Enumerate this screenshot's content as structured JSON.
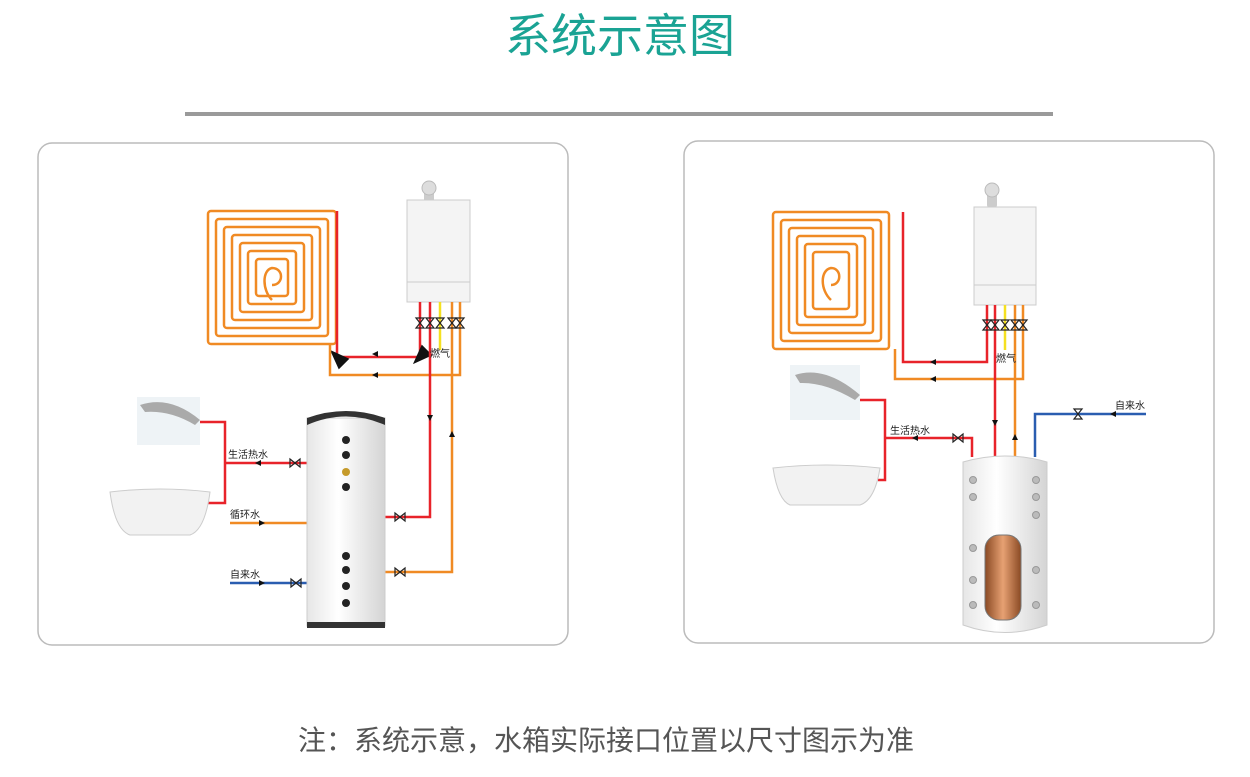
{
  "title": "系统示意图",
  "note": "注：系统示意，水箱实际接口位置以尺寸图示为准",
  "left_diagram": {
    "gas_label": "燃气",
    "hot_water_label": "生活热水",
    "circulation_label": "循环水",
    "tap_water_label": "自来水"
  },
  "right_diagram": {
    "gas_label": "燃气",
    "hot_water_label": "生活热水",
    "tap_water_label": "自来水"
  },
  "colors": {
    "title": "#1aa394",
    "hot": "#e8232a",
    "warm": "#f08a24",
    "cold": "#2a5db0",
    "gas": "#f5e020"
  }
}
